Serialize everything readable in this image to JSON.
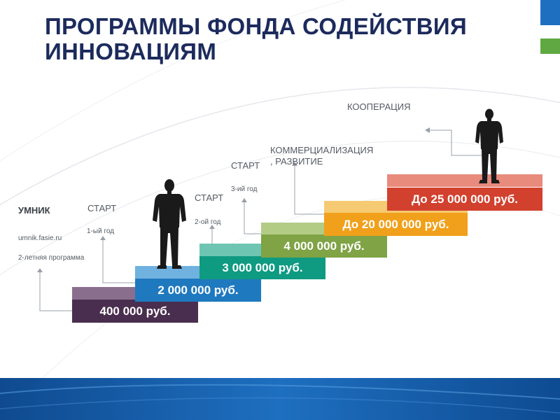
{
  "title": {
    "line1": "ПРОГРАММЫ ФОНДА СОДЕЙСТВИЯ",
    "line2": "ИННОВАЦИЯМ"
  },
  "colors": {
    "title": "#1c2b5c",
    "accent_blue": "#1e6fc0",
    "accent_green": "#5fa842",
    "step_umnik": "#4a2e4f",
    "step_start1": "#1f79bf",
    "step_start2": "#0f9a82",
    "step_start3": "#7fa345",
    "step_development": "#f0a01a",
    "step_cooperation": "#d2412e"
  },
  "steps": {
    "umnik": "400 000 руб.",
    "start1": "2 000 000 руб.",
    "start2": "3 000 000 руб.",
    "start3": "4 000 000 руб.",
    "development": "До 20 000 000 руб.",
    "cooperation": "До 25 000 000 руб."
  },
  "programs": {
    "umnik": {
      "name": "УМНИК",
      "site": "umnik.fasie.ru",
      "duration": "2-летняя программа"
    },
    "start1": {
      "name": "СТАРТ",
      "year": "1-ый год"
    },
    "start2": {
      "name": "СТАРТ",
      "year": "2-ой год"
    },
    "start3": {
      "name": "СТАРТ",
      "year": "3-ий год"
    },
    "development": {
      "line1": "КОММЕРЦИАЛИЗАЦИЯ",
      "line2": ", РАЗВИТИЕ"
    },
    "cooperation": {
      "name": "КООПЕРАЦИЯ"
    }
  }
}
